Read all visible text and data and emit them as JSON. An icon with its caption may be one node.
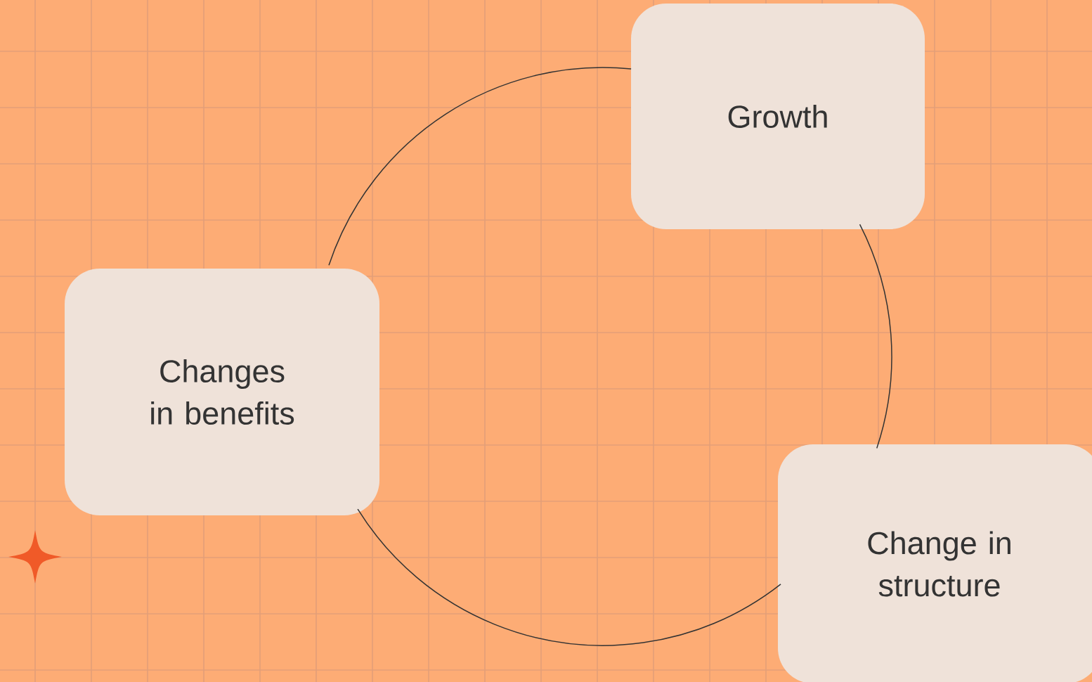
{
  "diagram": {
    "nodes": [
      {
        "text": [
          "Growth"
        ]
      },
      {
        "text": [
          "Changes in benefits"
        ]
      },
      {
        "text": [
          "Change in structure"
        ]
      }
    ],
    "edges": [
      {
        "from": 0,
        "to": 2,
        "arrow": "none"
      },
      {
        "from": 2,
        "to": 1,
        "arrow": "none"
      },
      {
        "from": 1,
        "to": 0,
        "arrow": "none"
      }
    ]
  }
}
